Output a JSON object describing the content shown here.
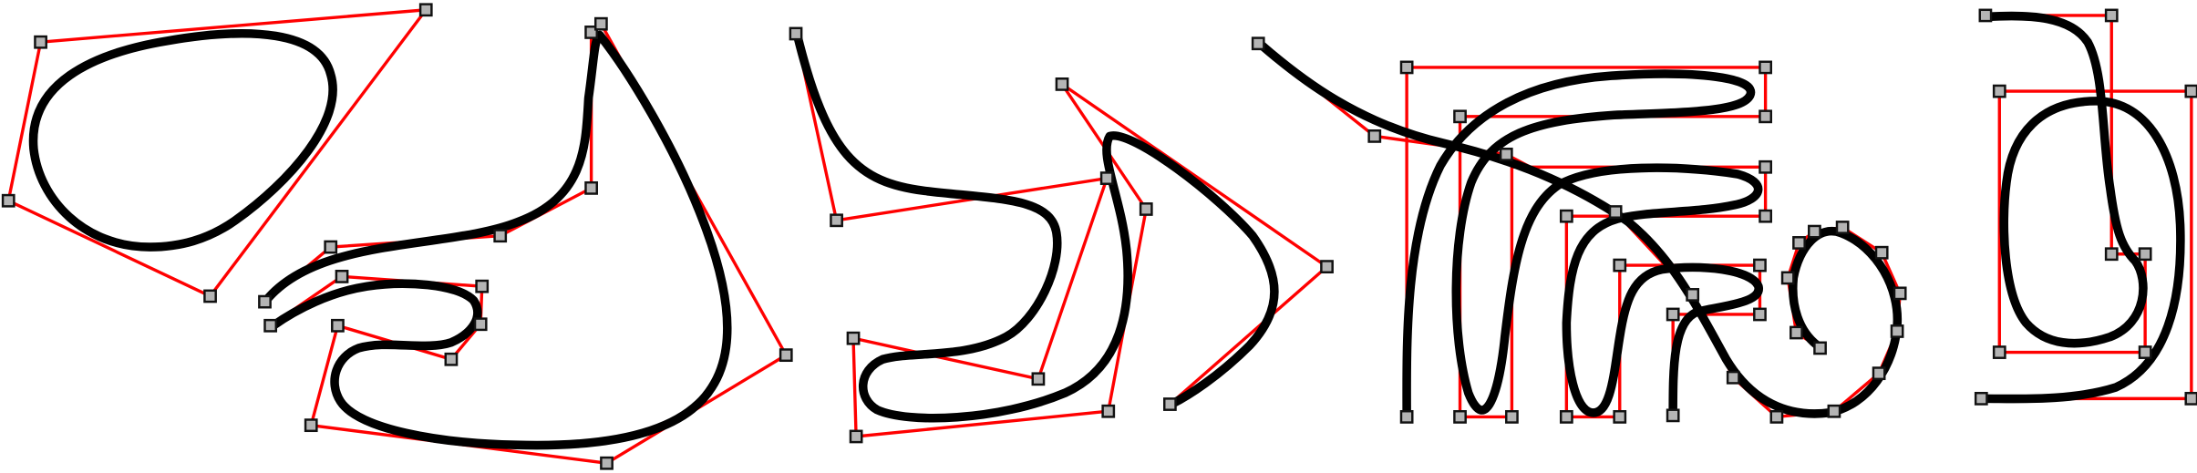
{
  "colors": {
    "background": "#ffffff",
    "control_polygon": "#ff0000",
    "curve": "#000000",
    "control_point_fill": "#b4b4b4",
    "control_point_border": "#111111"
  },
  "figures": [
    {
      "id": "closed-loop"
    },
    {
      "id": "self-intersecting-loop"
    },
    {
      "id": "s-wave"
    },
    {
      "id": "nested-serpentine"
    },
    {
      "id": "double-loop"
    }
  ]
}
